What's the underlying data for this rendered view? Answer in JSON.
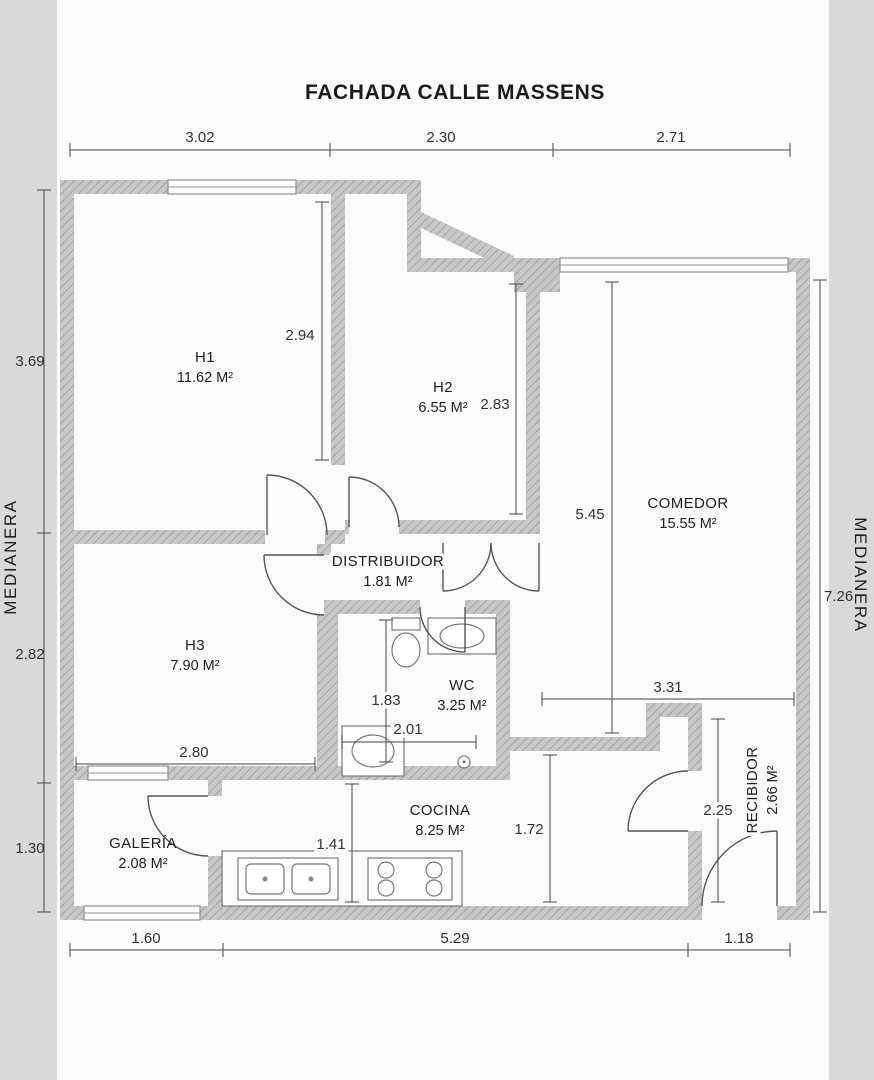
{
  "title": "FACHADA CALLE MASSENS",
  "party_walls": {
    "left": "MEDIANERA",
    "right": "MEDIANERA"
  },
  "rooms": {
    "h1": {
      "name": "H1",
      "area": "11.62 M²"
    },
    "h2": {
      "name": "H2",
      "area": "6.55 M²"
    },
    "h3": {
      "name": "H3",
      "area": "7.90 M²"
    },
    "distribuidor": {
      "name": "DISTRIBUIDOR",
      "area": "1.81 M²"
    },
    "comedor": {
      "name": "COMEDOR",
      "area": "15.55 M²"
    },
    "wc": {
      "name": "WC",
      "area": "3.25 M²"
    },
    "cocina": {
      "name": "COCINA",
      "area": "8.25 M²"
    },
    "galeria": {
      "name": "GALERÍA",
      "area": "2.08 M²"
    },
    "recibidor": {
      "name": "RECIBIDOR",
      "area": "2.66 M²"
    }
  },
  "dimensions": {
    "top": [
      "3.02",
      "2.30",
      "2.71"
    ],
    "left": [
      "3.69",
      "2.82",
      "1.30"
    ],
    "right": [
      "7.26"
    ],
    "bottom": [
      "1.60",
      "5.29",
      "1.18"
    ],
    "interior": {
      "h1_right": "2.94",
      "h2_right": "2.83",
      "comedor_left": "5.45",
      "comedor_width": "3.31",
      "wc_height": "1.83",
      "wc_width": "2.01",
      "h3_width": "2.80",
      "recibidor_height": "2.25",
      "cocina_right": "1.72",
      "cocina_left": "1.41"
    }
  }
}
